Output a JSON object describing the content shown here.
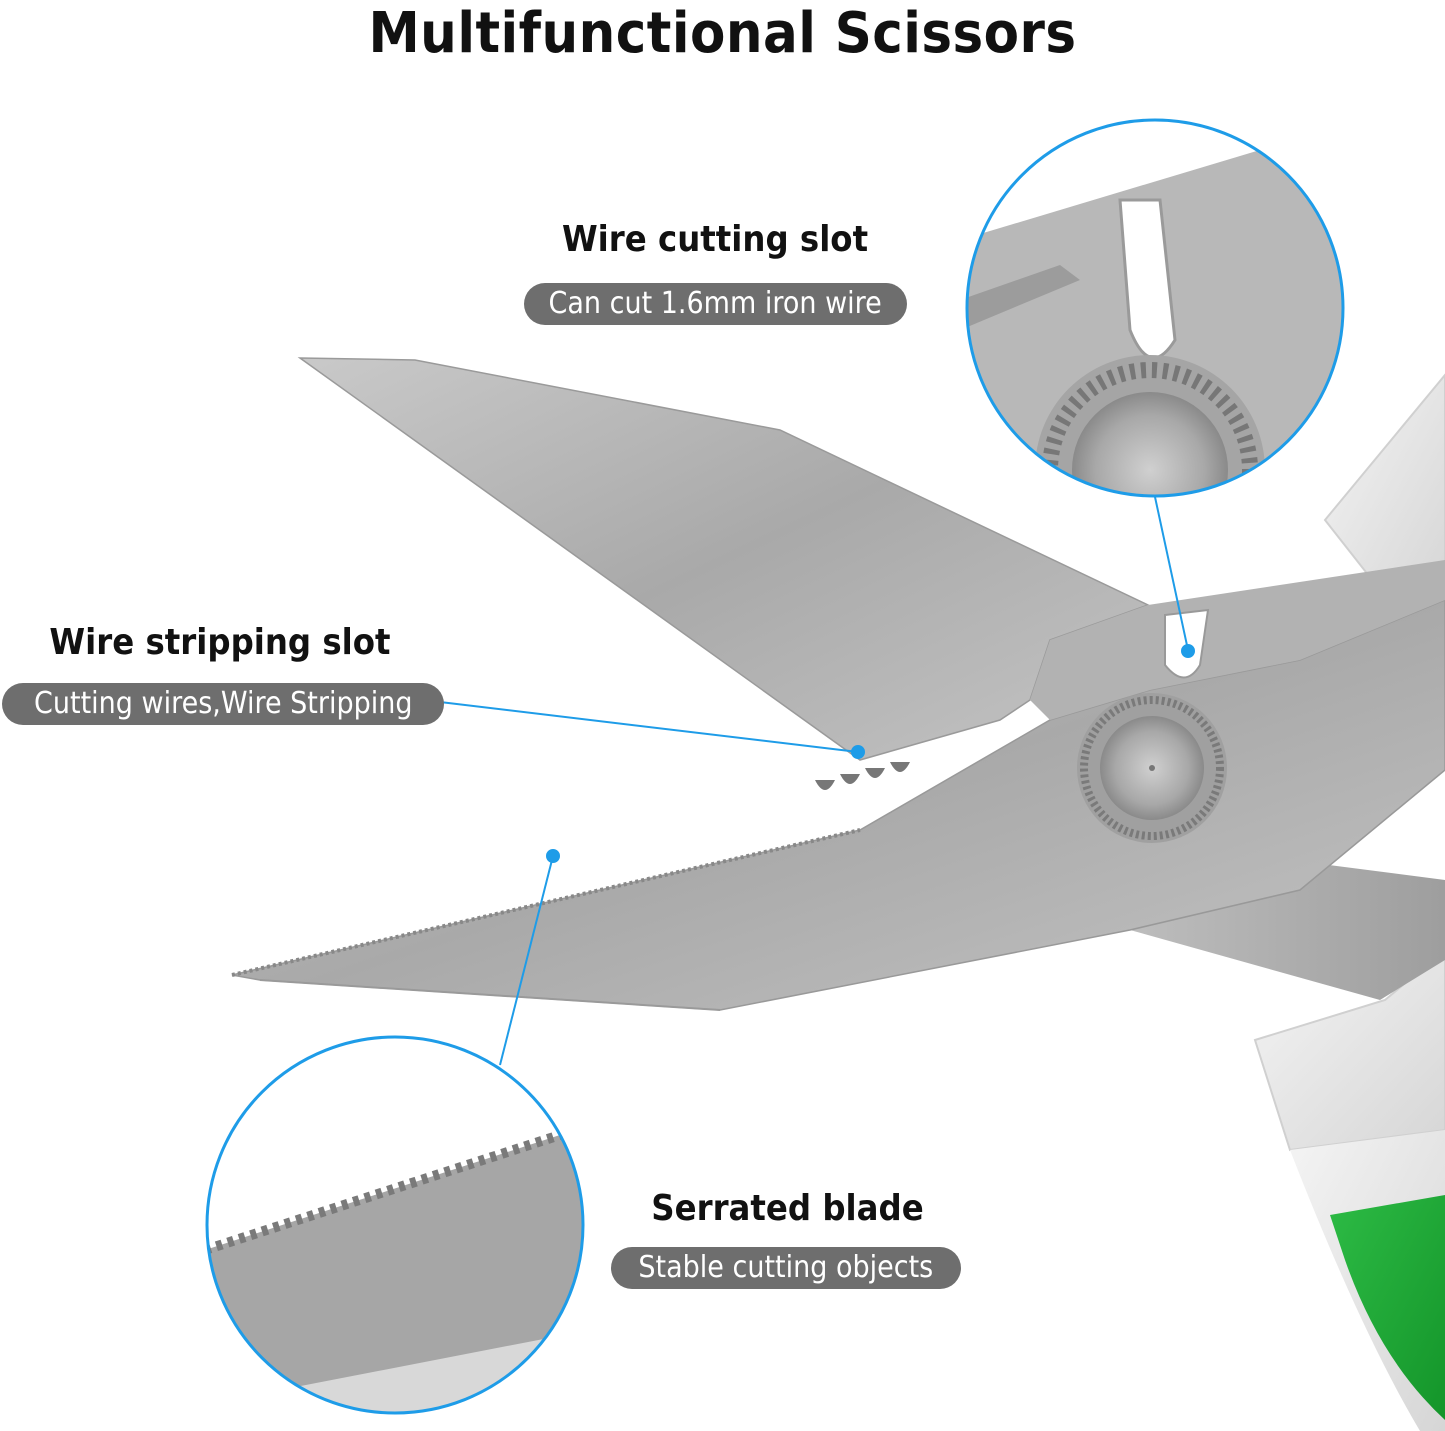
{
  "title": "Multifunctional Scissors",
  "features": [
    {
      "heading": "Wire cutting slot",
      "caption": "Can cut 1.6mm iron wire"
    },
    {
      "heading": "Wire stripping slot",
      "caption": "Cutting wires,Wire Stripping"
    },
    {
      "heading": "Serrated blade",
      "caption": "Stable cutting objects"
    }
  ],
  "colors": {
    "accent": "#1e9ce8",
    "pill": "#6e6e6e",
    "handle_green": "#22aa3a",
    "handle_white": "#ececec",
    "steel": "#b8b8b8"
  }
}
